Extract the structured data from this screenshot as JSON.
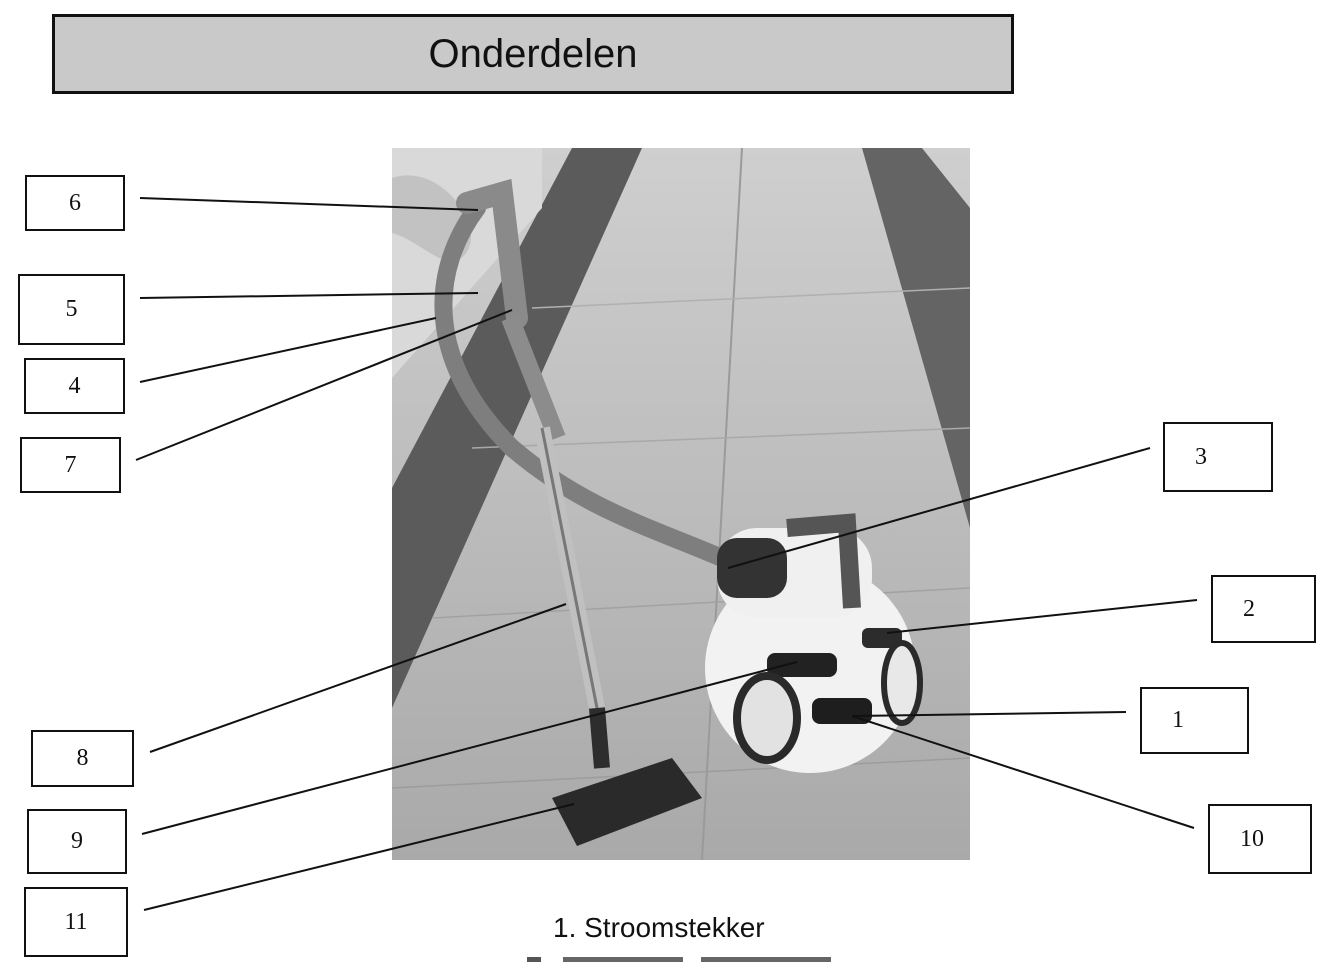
{
  "header": {
    "title": "Onderdelen"
  },
  "callouts": [
    {
      "number": "1"
    },
    {
      "number": "2"
    },
    {
      "number": "3"
    },
    {
      "number": "4"
    },
    {
      "number": "5"
    },
    {
      "number": "6"
    },
    {
      "number": "7"
    },
    {
      "number": "8"
    },
    {
      "number": "9"
    },
    {
      "number": "10"
    },
    {
      "number": "11"
    }
  ],
  "legend": {
    "items": [
      {
        "label": "1.  Stroomstekker"
      }
    ]
  }
}
